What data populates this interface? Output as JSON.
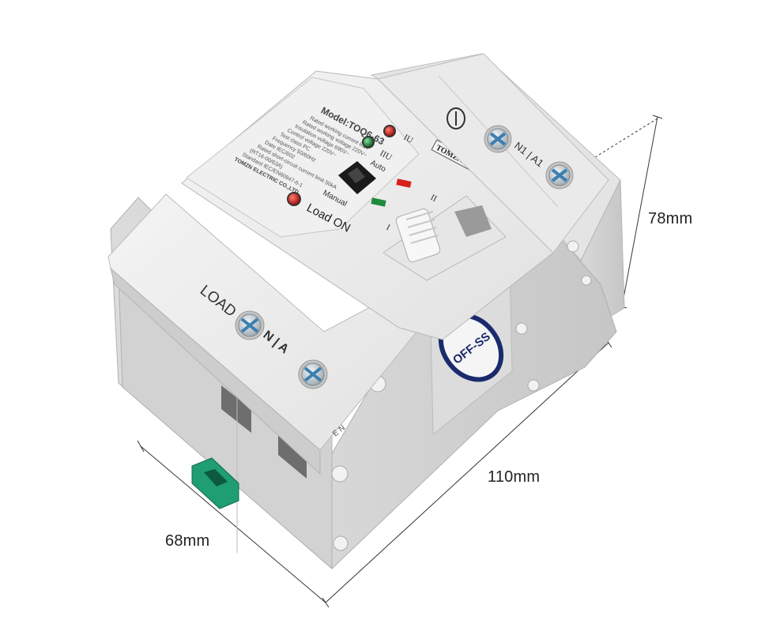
{
  "dimensions": {
    "height": "78mm",
    "length": "110mm",
    "depth": "68mm"
  },
  "device": {
    "model": "Model:TOQ6-63",
    "specs": [
      "Rated working current   63A",
      "Rated working voltage   220V~",
      "Insulation voltage   690V~",
      "Control voltage   220V~",
      "Test class   PC",
      "Frequency   50/60Hz",
      "Date   IEC/602",
      "Rated short-circuit current limit   50kA",
      "(RT16-00/63A)",
      "Standard   IEC/EN60947-6-1"
    ],
    "maker": "TOMZN  ELECTRIC CO.,LTD.",
    "brand": "TOMZN",
    "indicators": {
      "iu": "IU",
      "iiu": "IIU",
      "auto": "Auto",
      "manual": "Manual",
      "load_on": "Load ON"
    },
    "lever": {
      "pos_i": "I",
      "pos_ii": "II"
    },
    "top_terminals": "N1 | A1",
    "bottom_label": "LOAD",
    "bottom_terminals": "N | A",
    "rating_tag": "OFF-SS",
    "din_mark": "E N"
  },
  "colors": {
    "body": "#ececec",
    "body_shade": "#d4d4d4",
    "body_dark": "#b9b9b9",
    "led_red": "#d8201c",
    "led_green": "#1f8a3c",
    "clip_green": "#1f9d73",
    "navy": "#1a2a6c",
    "screw": "#cfd6dc"
  },
  "icons": [
    "screw-icon",
    "led-indicator",
    "din-clip",
    "dimension-line"
  ]
}
